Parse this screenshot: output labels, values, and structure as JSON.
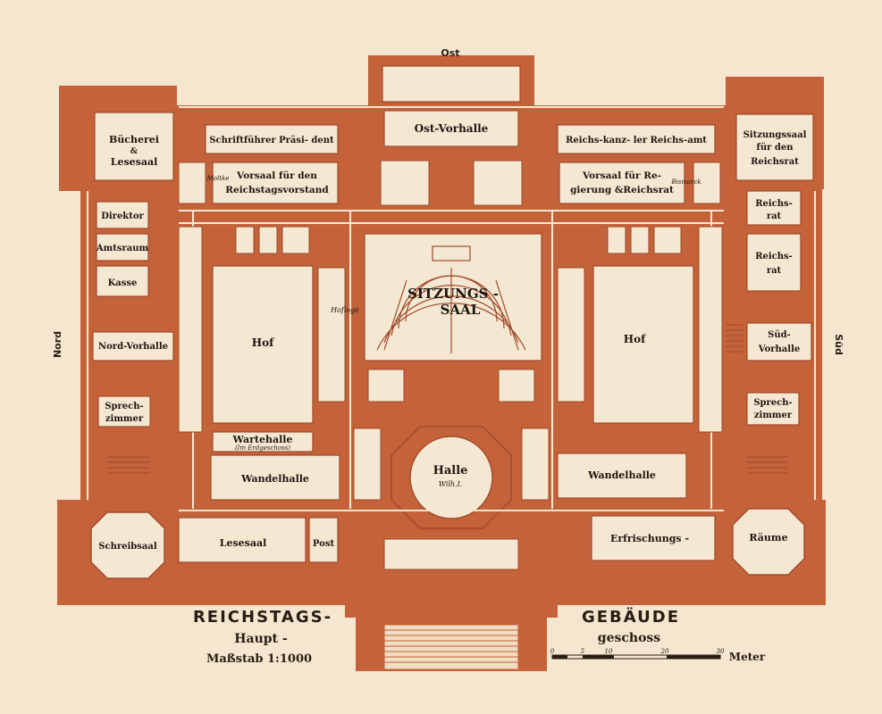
{
  "title": {
    "left": "REICHSTAGS-",
    "right": "GEBÄUDE",
    "sub_left": "Haupt -",
    "sub_right": "geschoss",
    "scale": "Maßstab 1:1000"
  },
  "directions": {
    "east": "Ost",
    "north": "Nord",
    "south": "Süd"
  },
  "scale_bar": {
    "unit": "Meter",
    "ticks": [
      "0",
      "5",
      "10",
      "20",
      "30"
    ]
  },
  "rooms": {
    "buecherei_1": "Bücherei",
    "buecherei_2": "&",
    "buecherei_3": "Lesesaal",
    "schriftfuehrer": "Schriftführer Präsi- dent",
    "ost_vorhalle": "Ost-Vorhalle",
    "reichskanzler": "Reichs-kanz- ler Reichs-amt",
    "sitzungssaal_rr_1": "Sitzungssaal",
    "sitzungssaal_rr_2": "für den",
    "sitzungssaal_rr_3": "Reichsrat",
    "moltke": "Moltke",
    "vorsaal_left_1": "Vorsaal für den",
    "vorsaal_left_2": "Reichstagsvorstand",
    "vorsaal_right_1": "Vorsaal für Re-",
    "vorsaal_right_2": "gierung &Reichsrat",
    "bismarck": "Bismarck",
    "direktor": "Direktor",
    "amtsraum": "Amtsraum",
    "kasse": "Kasse",
    "reichsrat_small_1": "Reichs-",
    "reichsrat_small_2": "rat",
    "reichsrat_big_1": "Reichs-",
    "reichsrat_big_2": "rat",
    "sitzungs_saal_1": "SITZUNGS -",
    "sitzungs_saal_2": "SAAL",
    "hofloge": "Hofloge",
    "hof_left": "Hof",
    "hof_right": "Hof",
    "nord_vorhalle": "Nord-Vorhalle",
    "sued_vorhalle_1": "Süd-",
    "sued_vorhalle_2": "Vorhalle",
    "sprech_left_1": "Sprech-",
    "sprech_left_2": "zimmer",
    "sprech_right_1": "Sprech-",
    "sprech_right_2": "zimmer",
    "wartehalle_1": "Wartehalle",
    "wartehalle_2": "(Im Erdgeschoss)",
    "wandelhalle_left": "Wandelhalle",
    "wandelhalle_right": "Wandelhalle",
    "halle_1": "Halle",
    "halle_2": "Wilh.I.",
    "schreibsaal": "Schreibsaal",
    "lesesaal": "Lesesaal",
    "post": "Post",
    "erfrischungs": "Erfrischungs -",
    "raeume": "Räume"
  },
  "colors": {
    "paper": "#f4e6cf",
    "wall": "#c4623a",
    "room": "#f5e8d2",
    "ink": "#1d1610"
  }
}
